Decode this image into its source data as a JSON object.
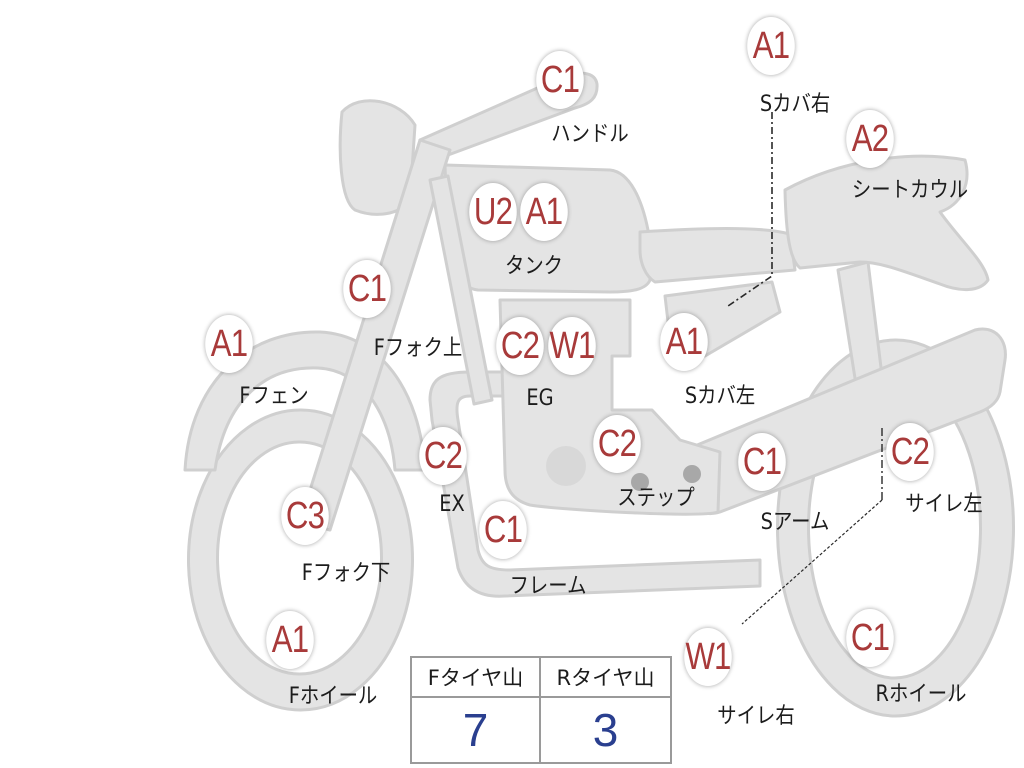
{
  "parts": [
    {
      "id": "handle",
      "grade": "C1",
      "label": "ハンドル"
    },
    {
      "id": "s-cover-right",
      "grade": "A1",
      "label": "Sカバ右"
    },
    {
      "id": "seat-cowl",
      "grade": "A2",
      "label": "シートカウル"
    },
    {
      "id": "tank",
      "grade_1": "U2",
      "grade_2": "A1",
      "label": "タンク"
    },
    {
      "id": "f-fork-upper",
      "grade": "C1",
      "label": "Fフォク上"
    },
    {
      "id": "f-fender",
      "grade": "A1",
      "label": "Fフェン"
    },
    {
      "id": "engine",
      "grade_1": "C2",
      "grade_2": "W1",
      "label": "EG"
    },
    {
      "id": "s-cover-left",
      "grade": "A1",
      "label": "Sカバ左"
    },
    {
      "id": "exhaust",
      "grade": "C2",
      "label": "EX"
    },
    {
      "id": "step",
      "grade": "C2",
      "label": "ステップ"
    },
    {
      "id": "s-arm",
      "grade": "C1",
      "label": "Sアーム"
    },
    {
      "id": "muffler-left",
      "grade": "C2",
      "label": "サイレ左"
    },
    {
      "id": "f-fork-lower",
      "grade": "C3",
      "label": "Fフォク下"
    },
    {
      "id": "frame",
      "grade": "C1",
      "label": "フレーム"
    },
    {
      "id": "f-wheel",
      "grade": "A1",
      "label": "Fホイール"
    },
    {
      "id": "muffler-right",
      "grade": "W1",
      "label": "サイレ右"
    },
    {
      "id": "r-wheel",
      "grade": "C1",
      "label": "Rホイール"
    }
  ],
  "tire_table": {
    "front_header": "Fタイヤ山",
    "rear_header": "Rタイヤ山",
    "front_value": "7",
    "rear_value": "3"
  },
  "colors": {
    "grade_text": "#a83a3a",
    "label_text": "#1c1c1c",
    "value_text": "#2a3f8f",
    "bike_fill": "#e4e4e4",
    "bike_stroke": "#c8c8c8"
  }
}
